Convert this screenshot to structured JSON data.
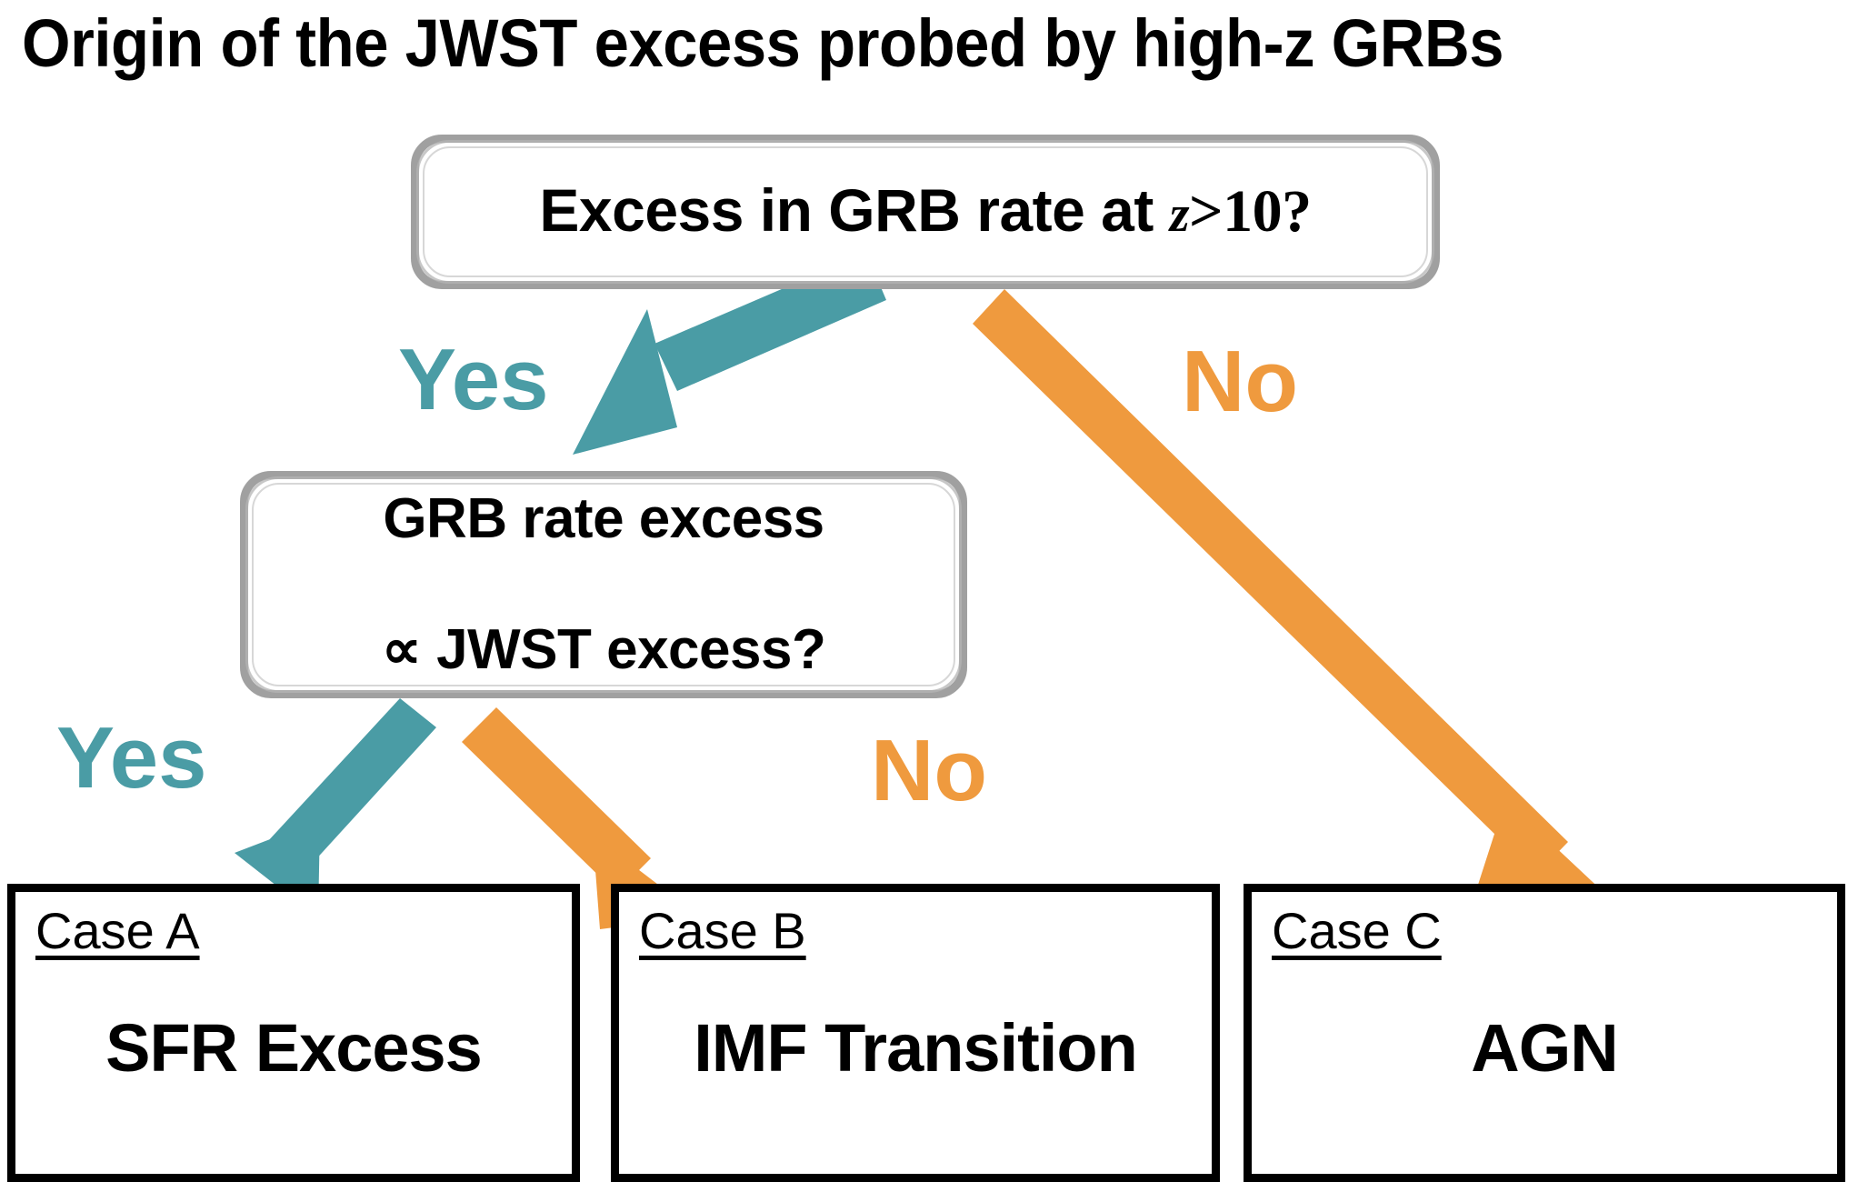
{
  "title": "Origin of the JWST excess probed by high-z GRBs",
  "colors": {
    "yes_teal": "#4a9ca5",
    "no_orange": "#ef9a3e",
    "box_border_gray": "#a0a0a0",
    "case_border_black": "#000000",
    "background": "#ffffff"
  },
  "decisions": {
    "q1": {
      "text_prefix": "Excess in GRB rate at ",
      "z_symbol": "z",
      "text_suffix": ">10?",
      "full_text": "Excess in GRB rate at z>10?"
    },
    "q2": {
      "line1": "GRB rate excess",
      "line2": "∝ JWST excess?",
      "full_text": "GRB rate excess ∝ JWST excess?"
    }
  },
  "edges": [
    {
      "id": "q1-yes",
      "label": "Yes",
      "color": "#4a9ca5",
      "from": "q1",
      "to": "q2"
    },
    {
      "id": "q1-no",
      "label": "No",
      "color": "#ef9a3e",
      "from": "q1",
      "to": "case-c"
    },
    {
      "id": "q2-yes",
      "label": "Yes",
      "color": "#4a9ca5",
      "from": "q2",
      "to": "case-a"
    },
    {
      "id": "q2-no",
      "label": "No",
      "color": "#ef9a3e",
      "from": "q2",
      "to": "case-b"
    }
  ],
  "cases": [
    {
      "id": "case-a",
      "tag": "Case A",
      "title": "SFR Excess"
    },
    {
      "id": "case-b",
      "tag": "Case B",
      "title": "IMF Transition"
    },
    {
      "id": "case-c",
      "tag": "Case C",
      "title": "AGN"
    }
  ]
}
